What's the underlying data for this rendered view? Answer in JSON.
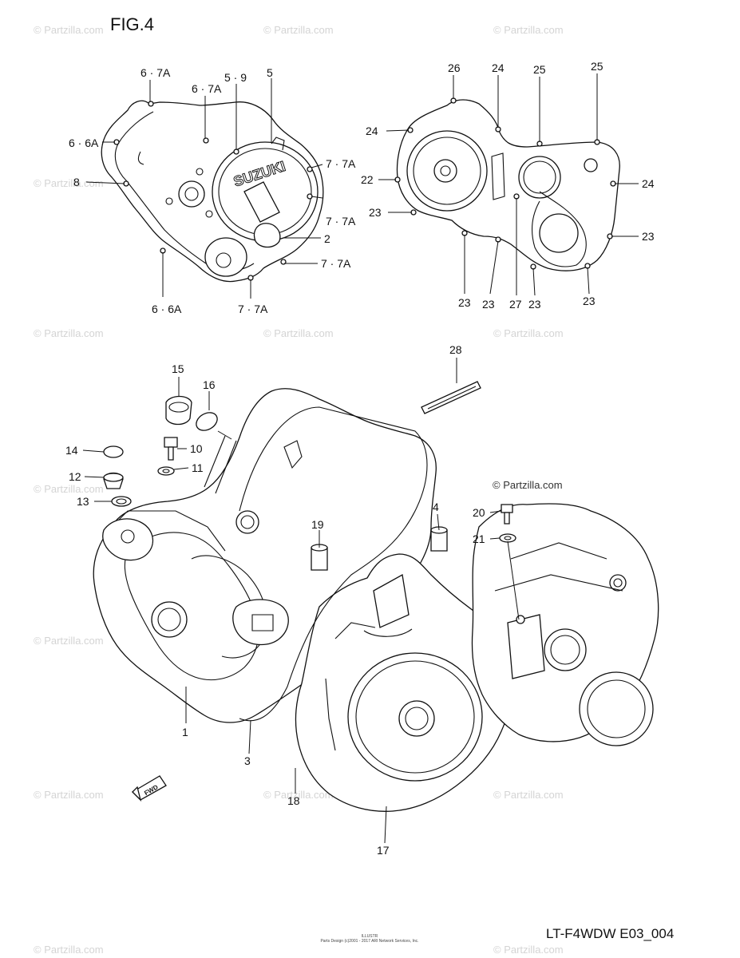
{
  "figure": {
    "title": "FIG.4",
    "reference_code": "LT-F4WDW E03_004"
  },
  "watermark": {
    "text": "© Partzilla.com",
    "prominent_text": "© Partzilla.com"
  },
  "fine_print": [
    "ILLUSTR",
    "Parts Design (c)2001 - 2017 ARI Network Services, Inc."
  ],
  "callouts": {
    "c1": "1",
    "c2": "2",
    "c3": "3",
    "c4": "4",
    "c5": "5",
    "c59": "5 · 9",
    "c67a_a": "6 · 7A",
    "c67a_b": "6 · 7A",
    "c66a_a": "6 · 6A",
    "c66a_b": "6 · 6A",
    "c77a_a": "7 · 7A",
    "c77a_b": "7 · 7A",
    "c77a_c": "7 · 7A",
    "c77a_d": "7 · 7A",
    "c8": "8",
    "c10": "10",
    "c11": "11",
    "c12": "12",
    "c13": "13",
    "c14": "14",
    "c15": "15",
    "c16": "16",
    "c17": "17",
    "c18": "18",
    "c19": "19",
    "c20": "20",
    "c21": "21",
    "c22": "22",
    "c23a": "23",
    "c23b": "23",
    "c23c": "23",
    "c23d": "23",
    "c23e": "23",
    "c23f": "23",
    "c24a": "24",
    "c24b": "24",
    "c24c": "24",
    "c25a": "25",
    "c25b": "25",
    "c26": "26",
    "c27": "27",
    "c28": "28"
  },
  "cover_logo": "SUZUKI",
  "fwd_arrow": "FWD"
}
